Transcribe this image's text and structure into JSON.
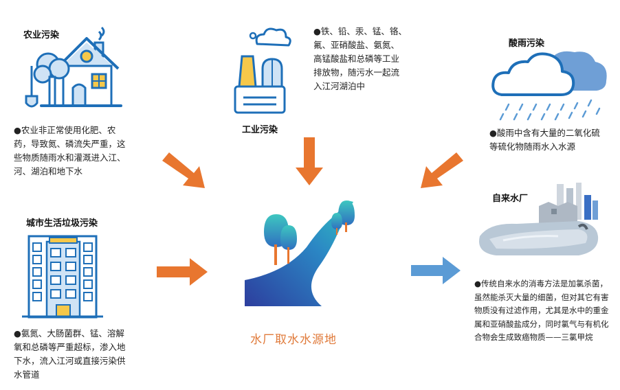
{
  "agri": {
    "title": "农业污染",
    "desc": "●农业非正常使用化肥、农药，导致氮、磷流失严重，这些物质随雨水和灌溉进入江、河、湖泊和地下水"
  },
  "industry": {
    "title": "工业污染",
    "desc": "●铁、铅、汞、锰、铬、氟、亚硝酸盐、氨氮、高锰酸盐和总磷等工业排放物，随污水一起流入江河湖泊中"
  },
  "acid_rain": {
    "title": "酸雨污染",
    "desc": "●酸雨中含有大量的二氧化硫等硫化物随雨水入水源"
  },
  "urban": {
    "title": "城市生活垃圾污染",
    "desc": "●氨氮、大肠菌群、锰、溶解氧和总磷等严重超标，渗入地下水，流入江河或直接污染供水管道"
  },
  "center": {
    "label": "水厂取水水源地"
  },
  "plant": {
    "title": "自来水厂",
    "desc": "●传统自来水的消毒方法是加氯杀菌，虽然能杀灭大量的细菌，但对其它有害物质没有过滤作用，尤其是水中的重金属和亚硝酸盐成分，同时氯气与有机化合物会生成致癌物质——三氯甲烷"
  },
  "colors": {
    "arrow_orange": "#e8762f",
    "arrow_blue": "#5b9bd5",
    "icon_blue": "#1e6fb8",
    "river_dark": "#2d3e9e",
    "river_light": "#31c4c0",
    "center_label": "#e07a3a"
  }
}
